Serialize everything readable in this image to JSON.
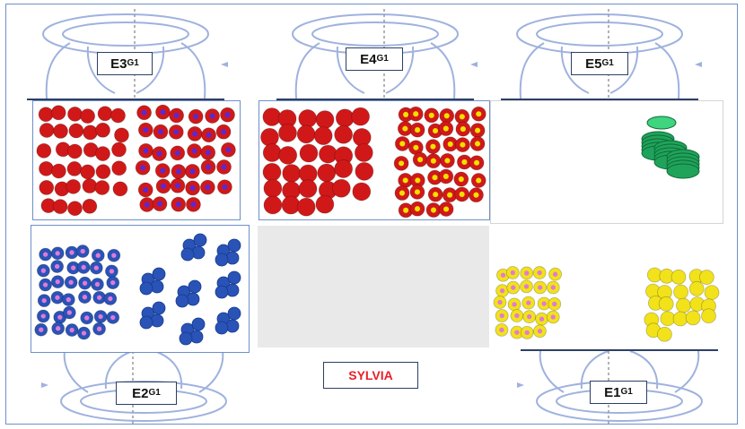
{
  "participants": [
    {
      "id": "E3",
      "sub": "G1"
    },
    {
      "id": "E4",
      "sub": "G1"
    },
    {
      "id": "E5",
      "sub": "G1"
    },
    {
      "id": "E2",
      "sub": "G1"
    },
    {
      "id": "E1",
      "sub": "G1"
    }
  ],
  "teacher": {
    "name": "SYLVIA"
  },
  "colors": {
    "name_text": "#e8202a",
    "body_outline": "#9fb2de",
    "frame": "#6f8fc8",
    "red_chip": "#d11818",
    "red_chip_dark": "#8e0a0a",
    "blue_chip": "#2a53b8",
    "pink_dot": "#e07ad6",
    "yellow_dot": "#f3e000",
    "green_chip": "#1fa35a",
    "yellow_chip": "#f2e21a",
    "tray": "#e9e9e9"
  }
}
